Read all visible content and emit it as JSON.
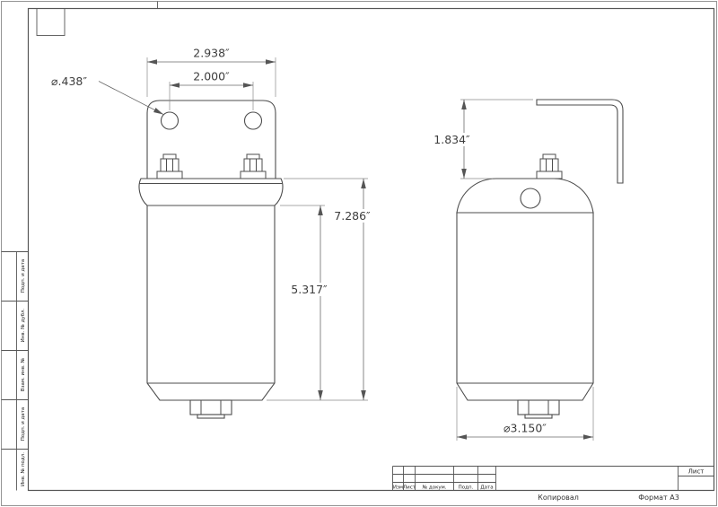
{
  "dims": {
    "width_outer": "2.938″",
    "hole_spacing": "2.000″",
    "hole_dia": "⌀.438″",
    "height_total": "7.286″",
    "height_body": "5.317″",
    "bracket_height": "1.834″",
    "body_dia": "⌀3.150″"
  },
  "margin_labels": [
    "Подп. и дата",
    "Инв. № дубл.",
    "Взам. инв. №",
    "Подп. и дата",
    "Инв. № подл."
  ],
  "title_block": {
    "sheet": "Лист",
    "izm": "Изм",
    "list": "Лист",
    "doc": "№ докум.",
    "podp": "Подп.",
    "data": "Дата",
    "copied": "Копировал",
    "format": "Формат A3"
  }
}
